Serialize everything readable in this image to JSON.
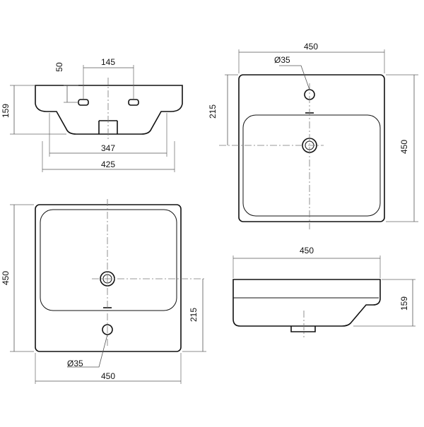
{
  "views": {
    "front": {
      "width_top": "145",
      "dim_50": "50",
      "height": "159",
      "inner_width": "347",
      "overall_width": "425"
    },
    "top_right": {
      "width": "450",
      "hole_diameter": "Ø35",
      "hole_offset": "215",
      "depth": "450"
    },
    "top_left": {
      "depth": "450",
      "hole_offset": "215",
      "hole_diameter": "Ø35",
      "width": "450"
    },
    "side": {
      "width": "450",
      "height": "159"
    }
  }
}
